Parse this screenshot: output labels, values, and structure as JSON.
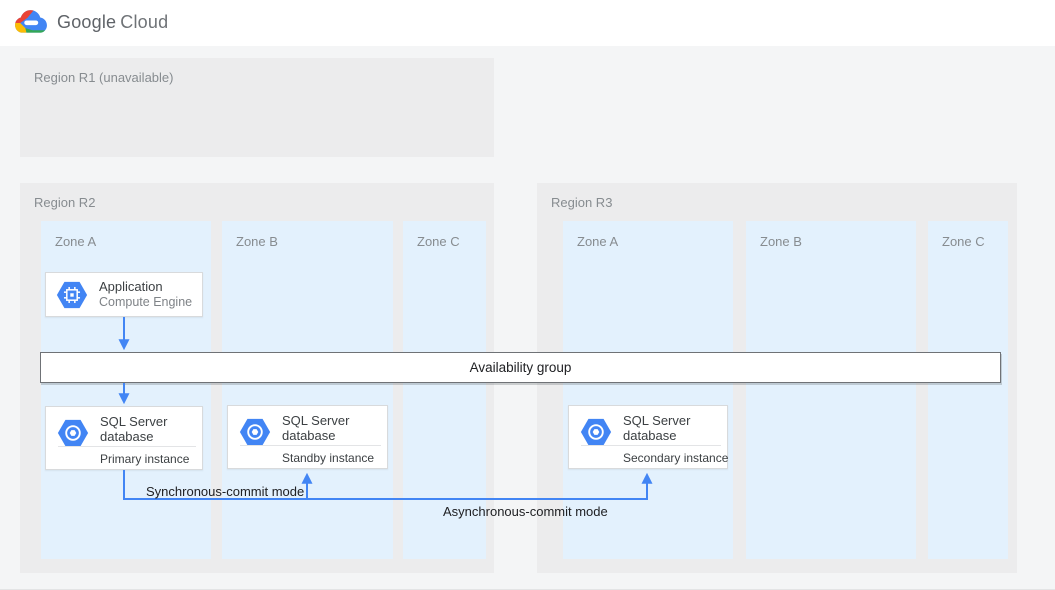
{
  "header": {
    "logo_google": "Google",
    "logo_cloud": "Cloud"
  },
  "regions": {
    "r1": {
      "label": "Region R1 (unavailable)"
    },
    "r2": {
      "label": "Region R2",
      "zones": [
        "Zone A",
        "Zone B",
        "Zone C"
      ]
    },
    "r3": {
      "label": "Region R3",
      "zones": [
        "Zone A",
        "Zone B",
        "Zone C"
      ]
    }
  },
  "cards": {
    "application": {
      "title": "Application",
      "subtitle": "Compute Engine"
    },
    "availability_group": {
      "label": "Availability group"
    },
    "primary": {
      "title": "SQL Server database",
      "role": "Primary instance"
    },
    "standby": {
      "title": "SQL Server database",
      "role": "Standby instance"
    },
    "secondary": {
      "title": "SQL Server database",
      "role": "Secondary instance"
    }
  },
  "edges": {
    "sync_label": "Synchronous-commit mode",
    "async_label": "Asynchronous-commit mode"
  },
  "colors": {
    "arrow_blue": "#4285f4",
    "icon_hexagon_blue": "#4285f4",
    "zone_background": "#e3f1fd",
    "region_background": "#ececed",
    "logo_red": "#ea4335",
    "logo_yellow": "#fbbc05",
    "logo_green": "#34a853",
    "logo_blue": "#4285f4"
  }
}
